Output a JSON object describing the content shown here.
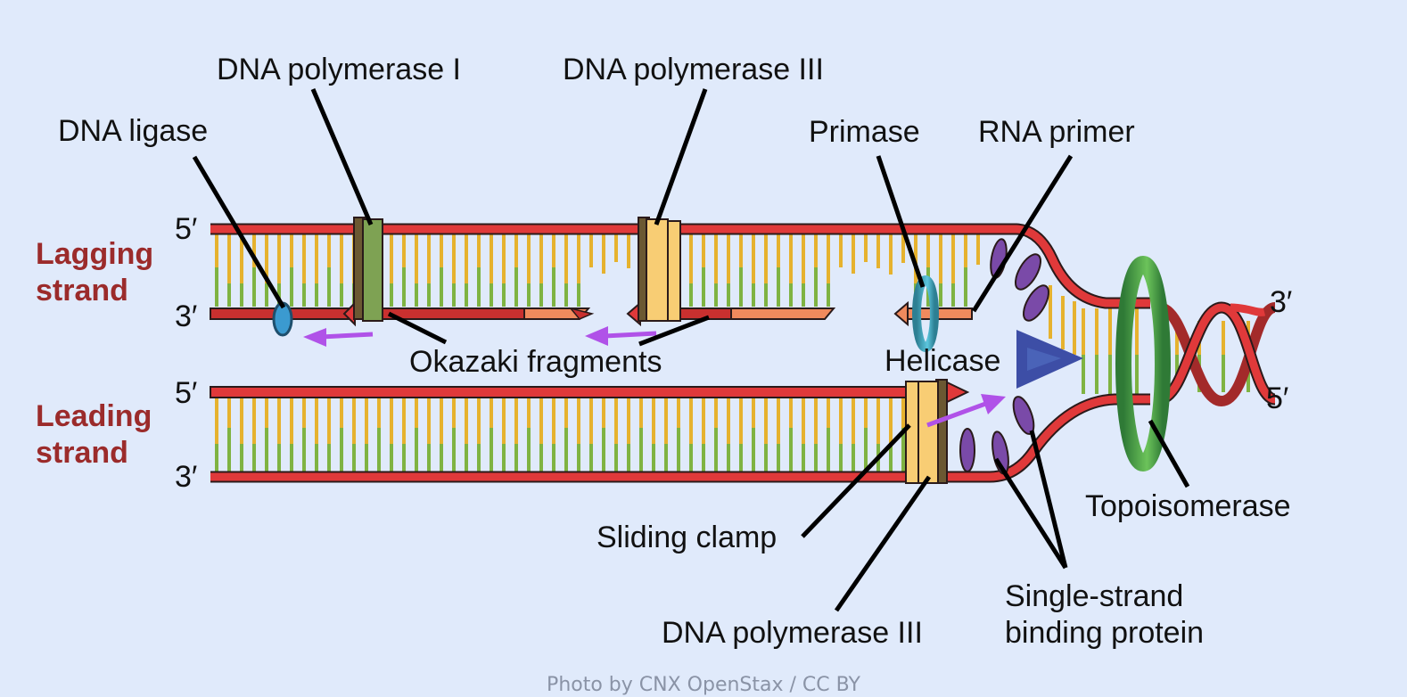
{
  "title": "DNA replication fork",
  "colors": {
    "background": "#e0eafb",
    "backbone": "#e0393a",
    "backbone_dark": "#a32a2a",
    "base_yellow": "#e6b22e",
    "base_green": "#7fb342",
    "rna_primer": "#f08a5d",
    "dna_pol_I": "#7ea253",
    "dna_pol_III": "#f8cd74",
    "ligase": "#3b9ad0",
    "primase": "#3aa7c2",
    "helicase": "#3d4ea6",
    "ssb": "#7a4aa8",
    "topoisomerase": "#3f9a47",
    "direction_arrow": "#b052e8",
    "strand_label": "#9b2b2b",
    "credit_text": "#8a93a6"
  },
  "strands": {
    "lagging": "Lagging\nstrand",
    "lagging_line1": "Lagging",
    "lagging_line2": "strand",
    "leading_line1": "Leading",
    "leading_line2": "strand"
  },
  "ends": {
    "lagging_top": "5′",
    "lagging_bottom": "3′",
    "leading_top": "5′",
    "leading_bottom": "3′",
    "parent_top": "3′",
    "parent_bottom": "5′"
  },
  "labels": {
    "dna_ligase": "DNA ligase",
    "dna_pol_I": "DNA polymerase I",
    "dna_pol_III_top": "DNA polymerase III",
    "primase": "Primase",
    "rna_primer": "RNA primer",
    "okazaki": "Okazaki fragments",
    "helicase": "Helicase",
    "topoisomerase": "Topoisomerase",
    "sliding_clamp": "Sliding clamp",
    "dna_pol_III_bottom": "DNA polymerase III",
    "ssb_line1": "Single-strand",
    "ssb_line2": "binding protein"
  },
  "credit": "Photo by CNX OpenStax / CC BY"
}
